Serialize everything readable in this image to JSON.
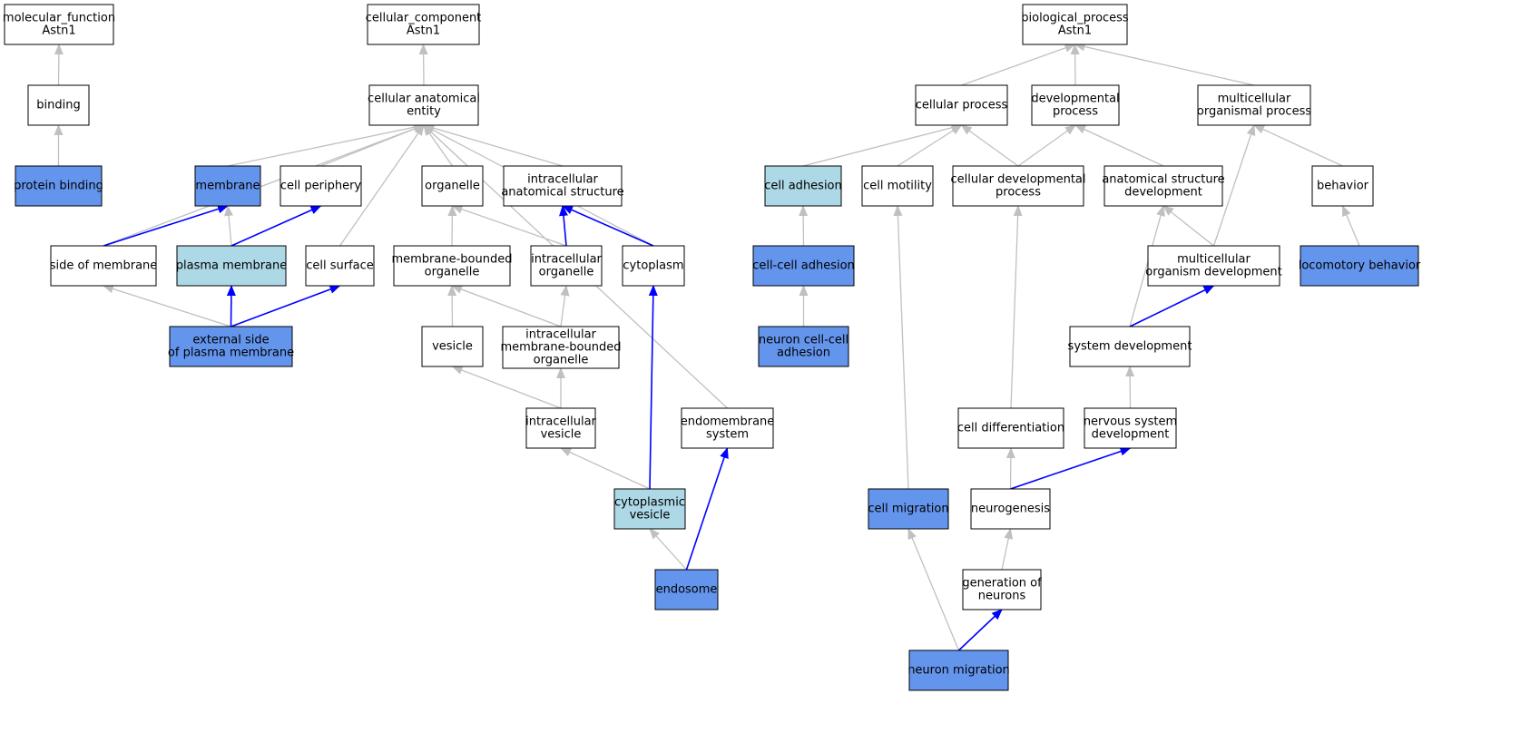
{
  "colors": {
    "white": "#ffffff",
    "light_blue": "#add8e6",
    "blue": "#6495ed",
    "edge_gray": "#c0c0c0",
    "edge_blue": "#0000ff",
    "border": "#000000"
  },
  "nodes": [
    {
      "id": "mf",
      "lines": [
        "molecular_function",
        "Astn1"
      ],
      "fill": "white"
    },
    {
      "id": "binding",
      "lines": [
        "binding"
      ],
      "fill": "white"
    },
    {
      "id": "protein_binding",
      "lines": [
        "protein binding"
      ],
      "fill": "blue"
    },
    {
      "id": "cc",
      "lines": [
        "cellular_component",
        "Astn1"
      ],
      "fill": "white"
    },
    {
      "id": "cae",
      "lines": [
        "cellular anatomical",
        "entity"
      ],
      "fill": "white"
    },
    {
      "id": "membrane",
      "lines": [
        "membrane"
      ],
      "fill": "blue"
    },
    {
      "id": "cell_periphery",
      "lines": [
        "cell periphery"
      ],
      "fill": "white"
    },
    {
      "id": "organelle",
      "lines": [
        "organelle"
      ],
      "fill": "white"
    },
    {
      "id": "ias",
      "lines": [
        "intracellular",
        "anatomical structure"
      ],
      "fill": "white"
    },
    {
      "id": "side_membrane",
      "lines": [
        "side of membrane"
      ],
      "fill": "white"
    },
    {
      "id": "plasma_membrane",
      "lines": [
        "plasma membrane"
      ],
      "fill": "light_blue"
    },
    {
      "id": "cell_surface",
      "lines": [
        "cell surface"
      ],
      "fill": "white"
    },
    {
      "id": "mbo",
      "lines": [
        "membrane-bounded",
        "organelle"
      ],
      "fill": "white"
    },
    {
      "id": "io",
      "lines": [
        "intracellular",
        "organelle"
      ],
      "fill": "white"
    },
    {
      "id": "cytoplasm",
      "lines": [
        "cytoplasm"
      ],
      "fill": "white"
    },
    {
      "id": "esopm",
      "lines": [
        "external side",
        "of plasma membrane"
      ],
      "fill": "blue"
    },
    {
      "id": "vesicle",
      "lines": [
        "vesicle"
      ],
      "fill": "white"
    },
    {
      "id": "imbo",
      "lines": [
        "intracellular",
        "membrane-bounded",
        "organelle"
      ],
      "fill": "white"
    },
    {
      "id": "iv",
      "lines": [
        "intracellular",
        "vesicle"
      ],
      "fill": "white"
    },
    {
      "id": "endomembrane",
      "lines": [
        "endomembrane",
        "system"
      ],
      "fill": "white"
    },
    {
      "id": "cyto_vesicle",
      "lines": [
        "cytoplasmic",
        "vesicle"
      ],
      "fill": "light_blue"
    },
    {
      "id": "endosome",
      "lines": [
        "endosome"
      ],
      "fill": "blue"
    },
    {
      "id": "bp",
      "lines": [
        "biological_process",
        "Astn1"
      ],
      "fill": "white"
    },
    {
      "id": "cellular_process",
      "lines": [
        "cellular process"
      ],
      "fill": "white"
    },
    {
      "id": "dev_process",
      "lines": [
        "developmental",
        "process"
      ],
      "fill": "white"
    },
    {
      "id": "mop",
      "lines": [
        "multicellular",
        "organismal process"
      ],
      "fill": "white"
    },
    {
      "id": "cell_adhesion",
      "lines": [
        "cell adhesion"
      ],
      "fill": "light_blue"
    },
    {
      "id": "cell_motility",
      "lines": [
        "cell motility"
      ],
      "fill": "white"
    },
    {
      "id": "cdp",
      "lines": [
        "cellular developmental",
        "process"
      ],
      "fill": "white"
    },
    {
      "id": "asd",
      "lines": [
        "anatomical structure",
        "development"
      ],
      "fill": "white"
    },
    {
      "id": "behavior",
      "lines": [
        "behavior"
      ],
      "fill": "white"
    },
    {
      "id": "cca",
      "lines": [
        "cell-cell adhesion"
      ],
      "fill": "blue"
    },
    {
      "id": "mod",
      "lines": [
        "multicellular",
        "organism development"
      ],
      "fill": "white"
    },
    {
      "id": "locomotory",
      "lines": [
        "locomotory behavior"
      ],
      "fill": "blue"
    },
    {
      "id": "ncca",
      "lines": [
        "neuron cell-cell",
        "adhesion"
      ],
      "fill": "blue"
    },
    {
      "id": "sysdev",
      "lines": [
        "system development"
      ],
      "fill": "white"
    },
    {
      "id": "celldiff",
      "lines": [
        "cell differentiation"
      ],
      "fill": "white"
    },
    {
      "id": "nsd",
      "lines": [
        "nervous system",
        "development"
      ],
      "fill": "white"
    },
    {
      "id": "cell_migration",
      "lines": [
        "cell migration"
      ],
      "fill": "blue"
    },
    {
      "id": "neurogenesis",
      "lines": [
        "neurogenesis"
      ],
      "fill": "white"
    },
    {
      "id": "gon",
      "lines": [
        "generation of",
        "neurons"
      ],
      "fill": "white"
    },
    {
      "id": "neuron_migration",
      "lines": [
        "neuron migration"
      ],
      "fill": "blue"
    }
  ],
  "edges": [
    {
      "from": "binding",
      "to": "mf",
      "color": "gray"
    },
    {
      "from": "protein_binding",
      "to": "binding",
      "color": "gray"
    },
    {
      "from": "cae",
      "to": "cc",
      "color": "gray"
    },
    {
      "from": "membrane",
      "to": "cae",
      "color": "gray"
    },
    {
      "from": "cell_periphery",
      "to": "cae",
      "color": "gray"
    },
    {
      "from": "organelle",
      "to": "cae",
      "color": "gray"
    },
    {
      "from": "ias",
      "to": "cae",
      "color": "gray"
    },
    {
      "from": "side_membrane",
      "to": "cae",
      "color": "gray"
    },
    {
      "from": "cell_surface",
      "to": "cae",
      "color": "gray"
    },
    {
      "from": "cytoplasm",
      "to": "cae",
      "color": "gray"
    },
    {
      "from": "endomembrane",
      "to": "cae",
      "color": "gray"
    },
    {
      "from": "side_membrane",
      "to": "membrane",
      "color": "blue"
    },
    {
      "from": "plasma_membrane",
      "to": "membrane",
      "color": "gray"
    },
    {
      "from": "plasma_membrane",
      "to": "cell_periphery",
      "color": "blue"
    },
    {
      "from": "mbo",
      "to": "organelle",
      "color": "gray"
    },
    {
      "from": "io",
      "to": "organelle",
      "color": "gray"
    },
    {
      "from": "io",
      "to": "ias",
      "color": "blue"
    },
    {
      "from": "cytoplasm",
      "to": "ias",
      "color": "blue"
    },
    {
      "from": "esopm",
      "to": "side_membrane",
      "color": "gray"
    },
    {
      "from": "esopm",
      "to": "plasma_membrane",
      "color": "blue"
    },
    {
      "from": "esopm",
      "to": "cell_surface",
      "color": "blue"
    },
    {
      "from": "vesicle",
      "to": "mbo",
      "color": "gray"
    },
    {
      "from": "imbo",
      "to": "mbo",
      "color": "gray"
    },
    {
      "from": "imbo",
      "to": "io",
      "color": "gray"
    },
    {
      "from": "iv",
      "to": "vesicle",
      "color": "gray"
    },
    {
      "from": "iv",
      "to": "imbo",
      "color": "gray"
    },
    {
      "from": "cyto_vesicle",
      "to": "iv",
      "color": "gray"
    },
    {
      "from": "cyto_vesicle",
      "to": "cytoplasm",
      "color": "blue"
    },
    {
      "from": "endosome",
      "to": "cyto_vesicle",
      "color": "gray"
    },
    {
      "from": "endosome",
      "to": "endomembrane",
      "color": "blue"
    },
    {
      "from": "cellular_process",
      "to": "bp",
      "color": "gray"
    },
    {
      "from": "dev_process",
      "to": "bp",
      "color": "gray"
    },
    {
      "from": "mop",
      "to": "bp",
      "color": "gray"
    },
    {
      "from": "cell_adhesion",
      "to": "cellular_process",
      "color": "gray"
    },
    {
      "from": "cell_motility",
      "to": "cellular_process",
      "color": "gray"
    },
    {
      "from": "cdp",
      "to": "cellular_process",
      "color": "gray"
    },
    {
      "from": "cdp",
      "to": "dev_process",
      "color": "gray"
    },
    {
      "from": "asd",
      "to": "dev_process",
      "color": "gray"
    },
    {
      "from": "behavior",
      "to": "mop",
      "color": "gray"
    },
    {
      "from": "mod",
      "to": "mop",
      "color": "gray"
    },
    {
      "from": "cca",
      "to": "cell_adhesion",
      "color": "gray"
    },
    {
      "from": "mod",
      "to": "asd",
      "color": "gray"
    },
    {
      "from": "sysdev",
      "to": "asd",
      "color": "gray"
    },
    {
      "from": "locomotory",
      "to": "behavior",
      "color": "gray"
    },
    {
      "from": "ncca",
      "to": "cca",
      "color": "gray"
    },
    {
      "from": "sysdev",
      "to": "mod",
      "color": "blue"
    },
    {
      "from": "nsd",
      "to": "sysdev",
      "color": "gray"
    },
    {
      "from": "celldiff",
      "to": "cdp",
      "color": "gray"
    },
    {
      "from": "neurogenesis",
      "to": "celldiff",
      "color": "gray"
    },
    {
      "from": "neurogenesis",
      "to": "nsd",
      "color": "blue"
    },
    {
      "from": "cell_migration",
      "to": "cell_motility",
      "color": "gray"
    },
    {
      "from": "gon",
      "to": "neurogenesis",
      "color": "gray"
    },
    {
      "from": "neuron_migration",
      "to": "cell_migration",
      "color": "gray"
    },
    {
      "from": "neuron_migration",
      "to": "gon",
      "color": "blue"
    }
  ]
}
